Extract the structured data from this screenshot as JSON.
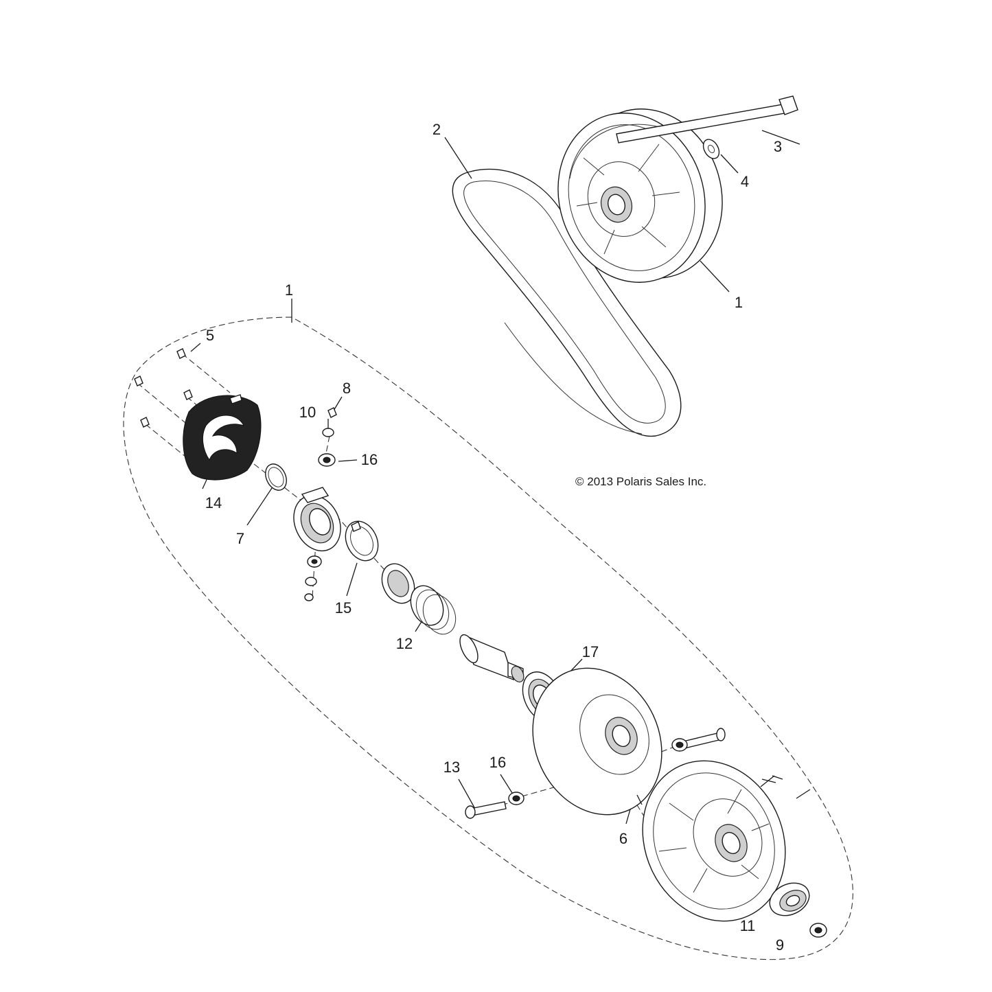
{
  "copyright": "© 2013 Polaris Sales Inc.",
  "callouts": {
    "c1_top": "1",
    "c1_group": "1",
    "c2": "2",
    "c3": "3",
    "c4": "4",
    "c5": "5",
    "c6": "6",
    "c7": "7",
    "c8": "8",
    "c9": "9",
    "c10": "10",
    "c11": "11",
    "c12": "12",
    "c13": "13",
    "c14": "14",
    "c15": "15",
    "c16_upper": "16",
    "c16_lower": "16",
    "c17": "17"
  },
  "icons": [
    "drive-clutch-sheave",
    "drive-belt",
    "bolt",
    "washer",
    "screw",
    "nut",
    "spring",
    "bearing",
    "spider-assembly",
    "shaft",
    "driven-clutch-sheave",
    "helix-cover"
  ]
}
